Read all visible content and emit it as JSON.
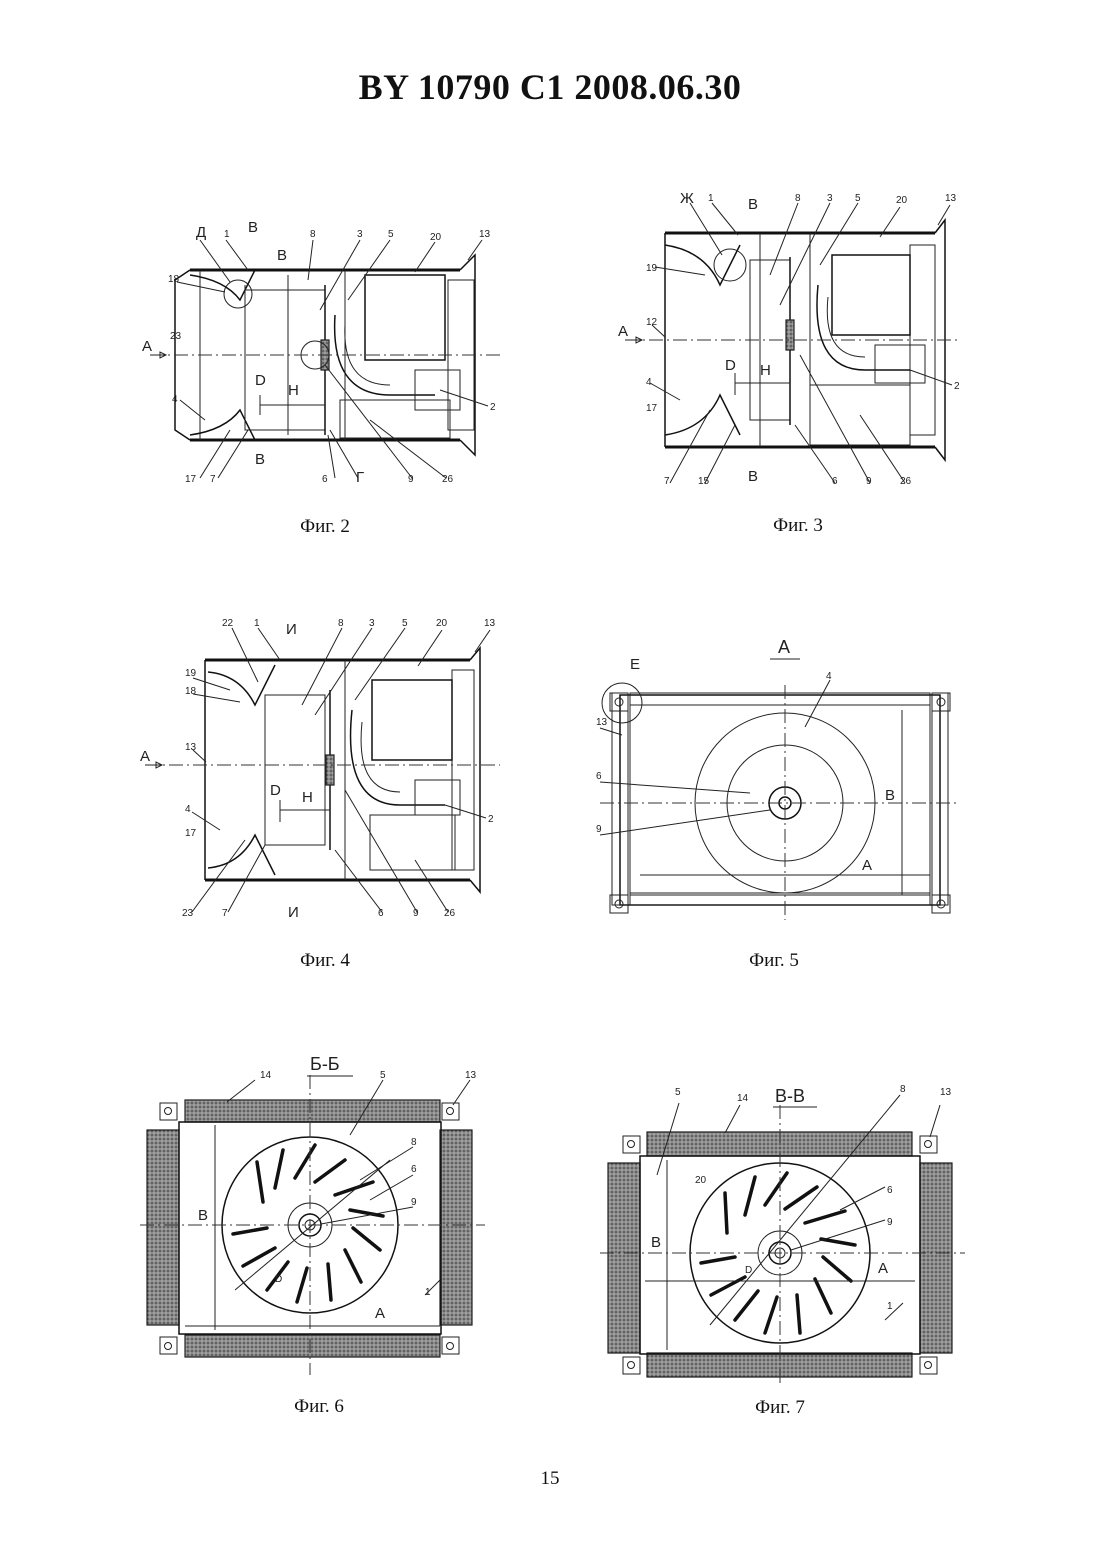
{
  "header": {
    "title": "BY 10790 C1 2008.06.30"
  },
  "page_number": "15",
  "fig2": {
    "caption": "Фиг. 2",
    "labels": {
      "d": "Д",
      "n1": "1",
      "v_top": "В",
      "n8": "8",
      "n3": "3",
      "n5": "5",
      "n20": "20",
      "n13": "13",
      "n18": "18",
      "n23": "23",
      "arrowA": "А",
      "n4": "4",
      "n17": "17",
      "n7": "7",
      "v_bot": "В",
      "n6": "6",
      "g": "Г",
      "n9": "9",
      "n26": "26",
      "n2": "2",
      "dimD": "D",
      "dimH": "H",
      "dimB": "В"
    }
  },
  "fig3": {
    "caption": "Фиг. 3",
    "labels": {
      "zh": "Ж",
      "n1": "1",
      "v_top": "В",
      "n8": "8",
      "n3": "3",
      "n5": "5",
      "n20": "20",
      "n13": "13",
      "n19": "19",
      "arrowA": "А",
      "n12": "12",
      "n4": "4",
      "n17": "17",
      "n7": "7",
      "n15": "15",
      "v_bot": "В",
      "n6": "6",
      "n9": "9",
      "n26": "26",
      "n2": "2",
      "dimD": "D",
      "dimH": "H"
    }
  },
  "fig4": {
    "caption": "Фиг. 4",
    "labels": {
      "n22": "22",
      "n1": "1",
      "i_top": "И",
      "n8": "8",
      "n3": "3",
      "n5": "5",
      "n20": "20",
      "n13t": "13",
      "n19": "19",
      "n18": "18",
      "arrowA": "А",
      "n13": "13",
      "n4": "4",
      "n17": "17",
      "n23": "23",
      "n7": "7",
      "i_bot": "И",
      "n6": "6",
      "n9": "9",
      "n26": "26",
      "n2": "2",
      "dimD": "D",
      "dimH": "H"
    }
  },
  "fig5": {
    "caption": "Фиг. 5",
    "labels": {
      "title": "А",
      "e": "Е",
      "n4": "4",
      "n13": "13",
      "n6": "6",
      "n9": "9",
      "dimB": "В",
      "dimA": "А"
    }
  },
  "fig6": {
    "caption": "Фиг. 6",
    "labels": {
      "title": "Б-Б",
      "n14": "14",
      "n5": "5",
      "n13": "13",
      "n8": "8",
      "n6": "6",
      "n9": "9",
      "n1": "1",
      "dimB": "В",
      "dimD": "D",
      "dimA": "А"
    }
  },
  "fig7": {
    "caption": "Фиг. 7",
    "labels": {
      "title": "В-В",
      "n5": "5",
      "n14": "14",
      "n8": "8",
      "n13": "13",
      "n20": "20",
      "n6": "6",
      "n9": "9",
      "n1": "1",
      "dimB": "В",
      "dimD": "D",
      "dimA": "А"
    }
  }
}
